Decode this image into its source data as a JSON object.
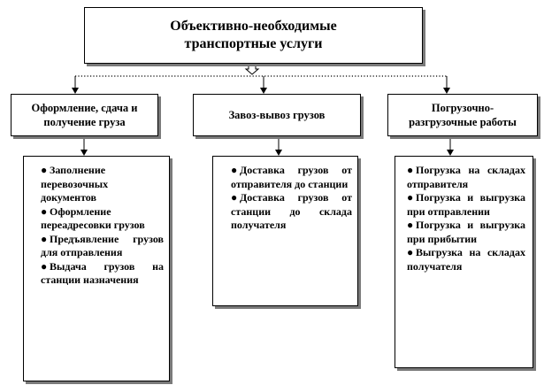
{
  "main": {
    "line1": "Объективно-необходимые",
    "line2": "транспортные услуги"
  },
  "categories": [
    {
      "line1": "Оформление, сдача и",
      "line2": "получение груза",
      "items": [
        "Заполнение перевозочных документов",
        "Оформление переадресовки грузов",
        "Предъявление грузов для отправления",
        "Выдача грузов на станции назначения"
      ]
    },
    {
      "line1": "Завоз-вывоз грузов",
      "line2": "",
      "items": [
        "Доставка грузов от отправителя до станции",
        "Доставка грузов от станции до склада получателя"
      ]
    },
    {
      "line1": "Погрузочно-",
      "line2": "разгрузочные работы",
      "items": [
        "Погрузка на складах отправителя",
        "Погрузка и выгрузка при отправлении",
        "Погрузка и выгрузка при прибытии",
        "Выгрузка на складах получателя"
      ]
    }
  ],
  "bullet_glyph": "●"
}
